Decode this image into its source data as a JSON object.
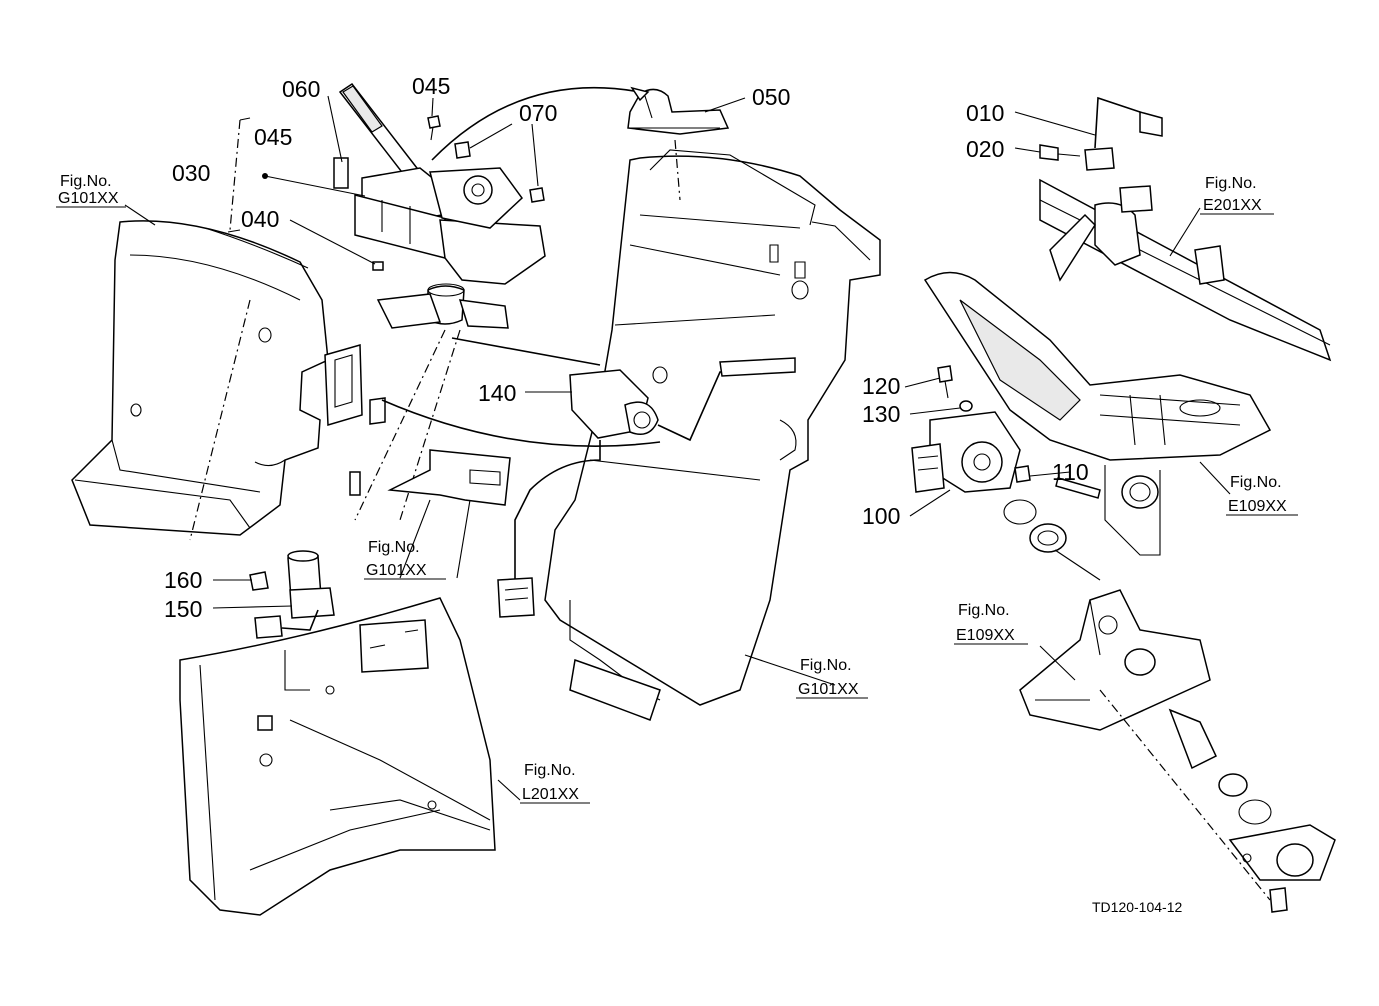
{
  "diagram": {
    "part_labels": {
      "p010": "010",
      "p020": "020",
      "p030": "030",
      "p040": "040",
      "p045a": "045",
      "p045b": "045",
      "p050": "050",
      "p060": "060",
      "p070": "070",
      "p100": "100",
      "p110": "110",
      "p120": "120",
      "p130": "130",
      "p140": "140",
      "p150": "150",
      "p160": "160"
    },
    "figure_refs": [
      {
        "prefix": "Fig.No.",
        "code": "G101XX"
      },
      {
        "prefix": "Fig.No.",
        "code": "G101XX"
      },
      {
        "prefix": "Fig.No.",
        "code": "G101XX"
      },
      {
        "prefix": "Fig.No.",
        "code": "L201XX"
      },
      {
        "prefix": "Fig.No.",
        "code": "E201XX"
      },
      {
        "prefix": "Fig.No.",
        "code": "E109XX"
      },
      {
        "prefix": "Fig.No.",
        "code": "E109XX"
      }
    ],
    "drawing_code": "TD120-104-12"
  }
}
